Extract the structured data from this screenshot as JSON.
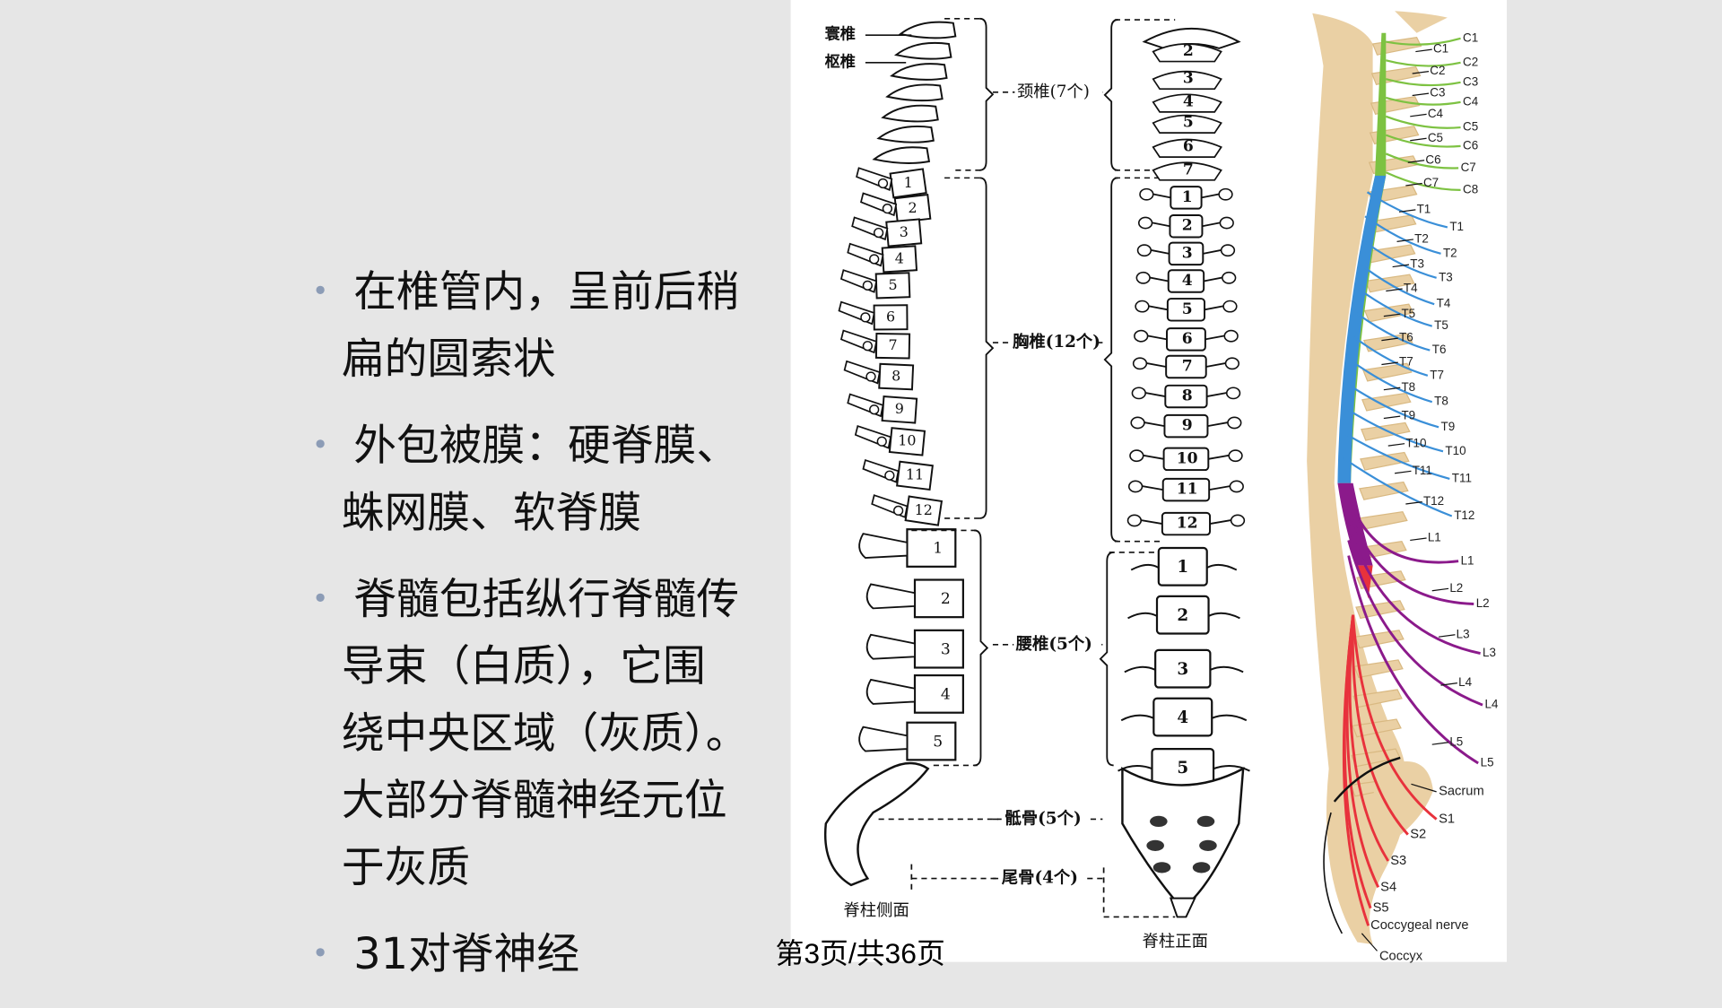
{
  "bullets": [
    {
      "lines": [
        "在椎管内，呈前后稍",
        "扁的圆索状"
      ]
    },
    {
      "lines": [
        "外包被膜：硬脊膜、",
        "蛛网膜、软脊膜"
      ]
    },
    {
      "lines": [
        "脊髓包括纵行脊髓传",
        "导束（白质），它围",
        "绕中央区域（灰质）。",
        "大部分脊髓神经元位",
        "于灰质"
      ]
    },
    {
      "lines": [
        "31对脊神经"
      ]
    }
  ],
  "page_number": "第3页/共36页",
  "figure": {
    "lateral": {
      "caption": "脊柱侧面",
      "atlas": "寰椎",
      "axis": "枢椎",
      "regions": [
        "颈椎(7个)",
        "胸椎(12个)",
        "腰椎(5个)",
        "骶骨(5个)",
        "尾骨(4个)"
      ],
      "thoracic": [
        "1",
        "2",
        "3",
        "4",
        "5",
        "6",
        "7",
        "8",
        "9",
        "10",
        "11",
        "12"
      ],
      "lumbar": [
        "1",
        "2",
        "3",
        "4",
        "5"
      ]
    },
    "frontal": {
      "caption": "脊柱正面",
      "cervical": [
        "2",
        "3",
        "4",
        "5",
        "6",
        "7"
      ],
      "thoracic": [
        "1",
        "2",
        "3",
        "4",
        "5",
        "6",
        "7",
        "8",
        "9",
        "10",
        "11",
        "12"
      ],
      "lumbar": [
        "1",
        "2",
        "3",
        "4",
        "5"
      ]
    },
    "nerves": {
      "colors": {
        "cervical": "#7dc242",
        "thoracic": "#3a8fd8",
        "lumbar": "#8b1a8b",
        "sacral": "#e8323c",
        "bone": "#ead0a4"
      },
      "vertebra_labels": [
        "C1",
        "C2",
        "C3",
        "C4",
        "C5",
        "C6",
        "C7",
        "T1",
        "T2",
        "T3",
        "T4",
        "T5",
        "T6",
        "T7",
        "T8",
        "T9",
        "T10",
        "T11",
        "T12",
        "L1",
        "L2",
        "L3",
        "L4",
        "L5"
      ],
      "nerve_labels": [
        "C1",
        "C2",
        "C3",
        "C4",
        "C5",
        "C6",
        "C7",
        "C8",
        "T1",
        "T2",
        "T3",
        "T4",
        "T5",
        "T6",
        "T7",
        "T8",
        "T9",
        "T10",
        "T11",
        "T12",
        "L1",
        "L2",
        "L3",
        "L4",
        "L5",
        "S1",
        "S2",
        "S3",
        "S4",
        "S5",
        "Coccygeal nerve"
      ],
      "bone_labels": [
        "Sacrum",
        "Coccyx"
      ]
    }
  }
}
